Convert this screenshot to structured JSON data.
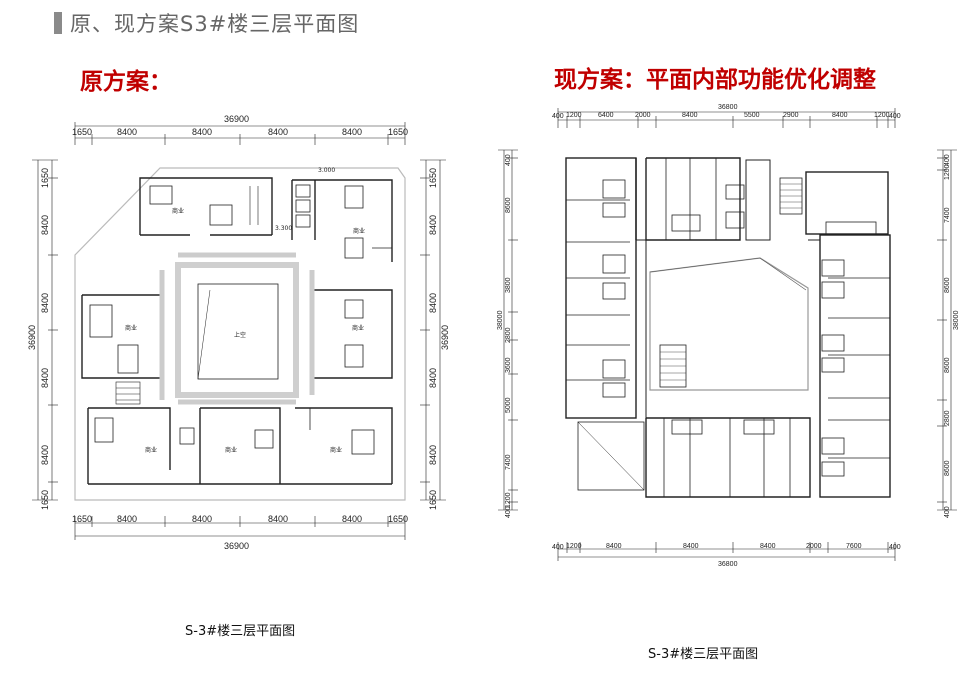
{
  "page": {
    "title": "原、现方案S3#楼三层平面图"
  },
  "original": {
    "heading": "原方案：",
    "caption": "S-3#楼三层平面图",
    "dims_top_total": "36900",
    "dims_top": [
      "1650",
      "8400",
      "8400",
      "8400",
      "8400",
      "1650"
    ],
    "dims_bottom": [
      "1650",
      "8400",
      "8400",
      "8400",
      "8400",
      "1650"
    ],
    "dims_bottom_total": "36900",
    "dims_left": [
      "1650",
      "8400",
      "8400",
      "8400",
      "8400",
      "1650"
    ],
    "dims_left_total": "36900",
    "dims_right": [
      "1650",
      "8400",
      "8400",
      "8400",
      "8400",
      "1650"
    ],
    "dims_right_total": "36900",
    "room_labels": [
      "商业",
      "商业",
      "商业",
      "商业",
      "商业",
      "商业",
      "商业",
      "上空"
    ],
    "level_marks": [
      "3.000",
      "3.300"
    ]
  },
  "current": {
    "heading": "现方案：平面内部功能优化调整",
    "caption": "S-3#楼三层平面图",
    "dims_top": [
      "400",
      "1200",
      "6400",
      "2000",
      "8400",
      "5500",
      "2900",
      "8400",
      "1200",
      "400"
    ],
    "dims_top_total": "36800",
    "dims_bottom": [
      "400",
      "1200",
      "8400",
      "8400",
      "8400",
      "2000",
      "7600",
      "400"
    ],
    "dims_bottom_total": "36800",
    "dims_left": [
      "400",
      "8600",
      "3800",
      "2800",
      "3600",
      "5000",
      "7400",
      "1200",
      "400"
    ],
    "dims_left_total": "38000",
    "dims_right": [
      "400",
      "1200",
      "7400",
      "8600",
      "8600",
      "2800",
      "8600",
      "400"
    ],
    "dims_right_total": "38000"
  }
}
